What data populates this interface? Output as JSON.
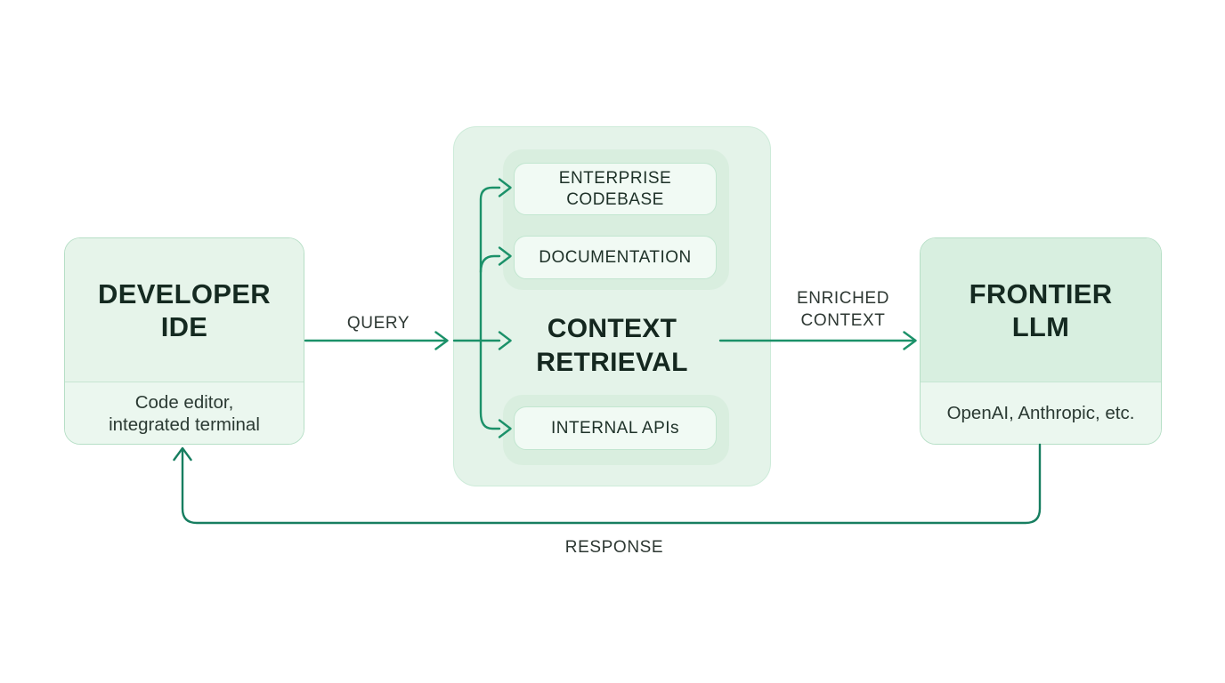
{
  "diagram": {
    "nodes": {
      "developer_ide": {
        "title": [
          "DEVELOPER",
          "IDE"
        ],
        "subtitle": [
          "Code editor,",
          "integrated terminal"
        ]
      },
      "context_retrieval": {
        "title": [
          "CONTEXT",
          "RETRIEVAL"
        ],
        "sources": [
          {
            "lines": [
              "ENTERPRISE",
              "CODEBASE"
            ]
          },
          {
            "lines": [
              "DOCUMENTATION"
            ]
          },
          {
            "lines": [
              "INTERNAL APIs"
            ]
          }
        ]
      },
      "frontier_llm": {
        "title": [
          "FRONTIER",
          "LLM"
        ],
        "subtitle": [
          "OpenAI, Anthropic, etc."
        ]
      }
    },
    "edges": {
      "query": {
        "label": "QUERY"
      },
      "enriched_context": {
        "label_lines": [
          "ENRICHED",
          "CONTEXT"
        ]
      },
      "response": {
        "label": "RESPONSE"
      }
    },
    "colors": {
      "background": "#ffffff",
      "node_fill_light": "#e6f4ea",
      "node_fill_medium": "#d8efe0",
      "node_footer_fill": "#ebf7ef",
      "node_border": "#b6dfc6",
      "node_divider": "#c6e6d2",
      "container_fill": "#e4f3e9",
      "container_border": "#cdebd9",
      "group_fill": "#d9eedf",
      "pill_fill": "#f1faf4",
      "pill_border": "#c2e6d0",
      "arrow_green": "#1b9169",
      "loop_green": "#177e60",
      "heading_text": "#152a21",
      "body_text": "#2b3a33"
    }
  }
}
